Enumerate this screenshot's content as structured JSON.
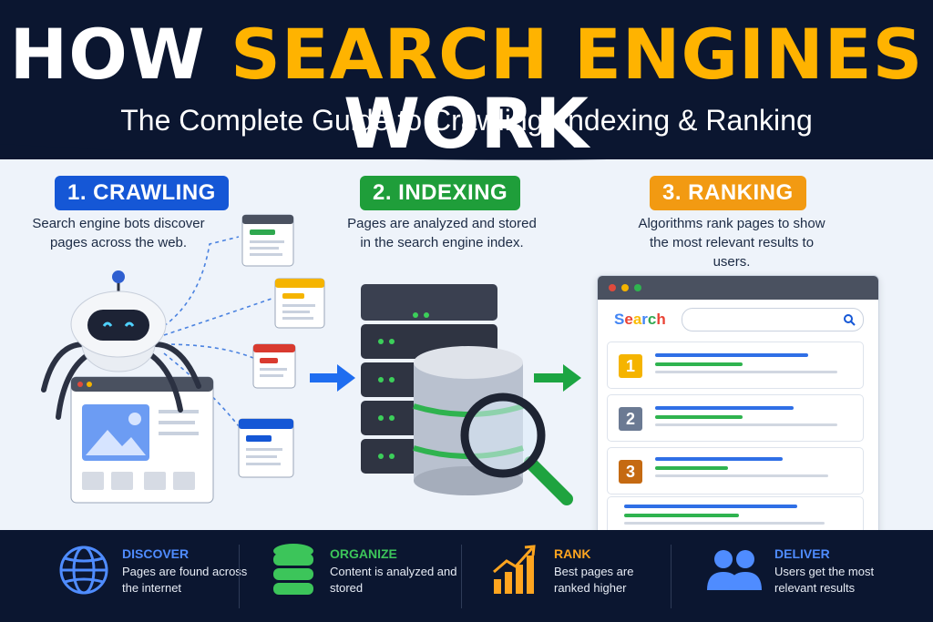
{
  "header": {
    "title_part1": "HOW",
    "title_accent": "SEARCH ENGINES",
    "title_part2": "WORK",
    "subtitle": "The Complete Guide to Crawling, Indexing & Ranking"
  },
  "steps": [
    {
      "label": "1. CRAWLING",
      "description": "Search engine bots discover pages across the web.",
      "color": "#1557d6"
    },
    {
      "label": "2. INDEXING",
      "description": "Pages are analyzed and stored in the search engine index.",
      "color": "#1f9e3a"
    },
    {
      "label": "3. RANKING",
      "description": "Algorithms rank pages to show the most relevant results to users.",
      "color": "#f29a12"
    }
  ],
  "search_ui": {
    "logo_text": "Search",
    "results": [
      {
        "rank": "1",
        "color": "#f5b400"
      },
      {
        "rank": "2",
        "color": "#6b7a93"
      },
      {
        "rank": "3",
        "color": "#c56a12"
      }
    ]
  },
  "icons": [
    "robot-spider-icon",
    "web-page-icon",
    "server-rack-icon",
    "database-icon",
    "magnifier-icon",
    "globe-icon",
    "stack-icon",
    "bar-chart-icon",
    "users-icon"
  ],
  "footer": [
    {
      "title": "DISCOVER",
      "text": "Pages are found across the internet",
      "color": "#4f8cff"
    },
    {
      "title": "ORGANIZE",
      "text": "Content is analyzed and stored",
      "color": "#3cc55a"
    },
    {
      "title": "RANK",
      "text": "Best pages are ranked higher",
      "color": "#ffa51f"
    },
    {
      "title": "DELIVER",
      "text": "Users get the most relevant results",
      "color": "#4f8cff"
    }
  ]
}
